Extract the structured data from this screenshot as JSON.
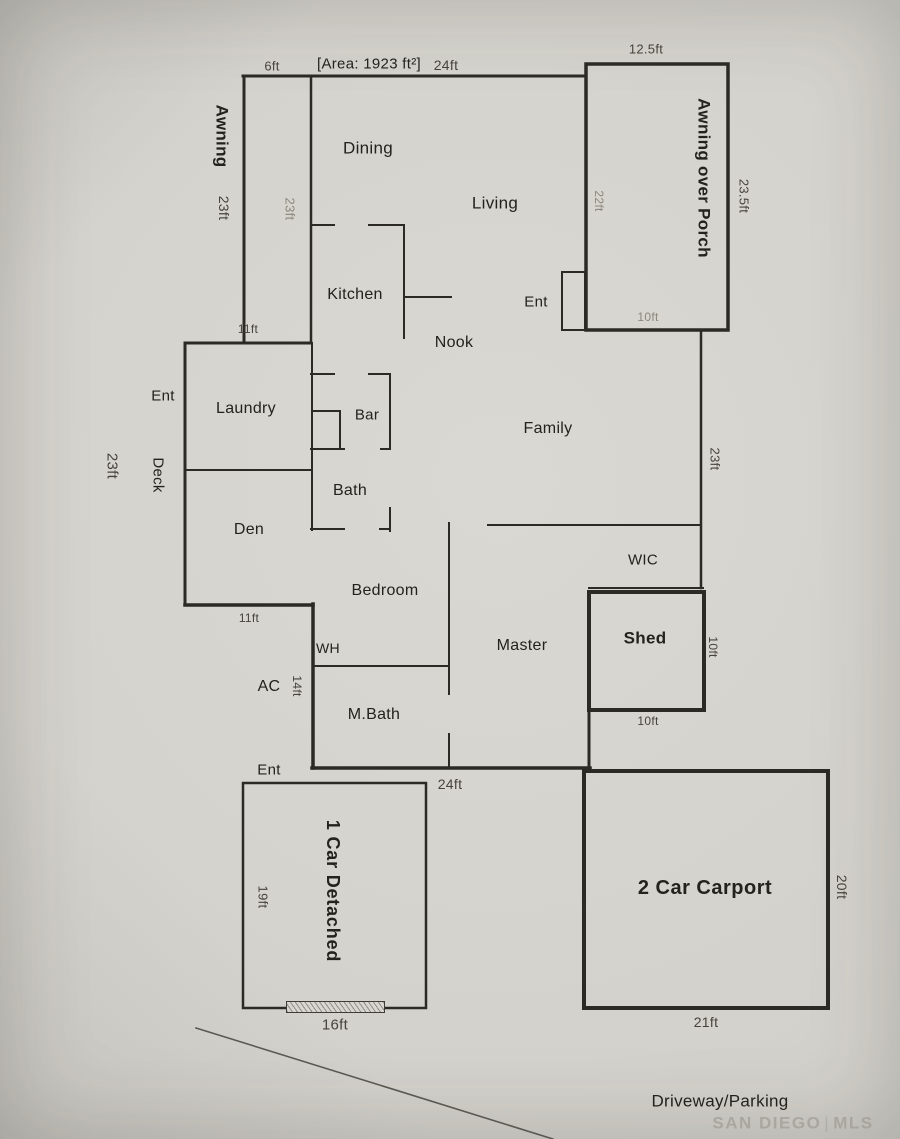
{
  "area_note": "[Area: 1923 ft²]",
  "rooms": {
    "dining": "Dining",
    "living": "Living",
    "kitchen": "Kitchen",
    "nook": "Nook",
    "family": "Family",
    "laundry": "Laundry",
    "bar": "Bar",
    "bath": "Bath",
    "den": "Den",
    "bedroom": "Bedroom",
    "master": "Master",
    "master_bath": "M.Bath",
    "wic": "WIC",
    "water_heater": "WH",
    "ac": "AC"
  },
  "structures": {
    "awning": "Awning",
    "porch_awning": "Awning over Porch",
    "deck": "Deck",
    "shed": "Shed",
    "garage": "1 Car Detached",
    "carport": "2 Car Carport"
  },
  "entries": {
    "living": "Ent",
    "deck": "Ent",
    "rear": "Ent"
  },
  "dims": {
    "strip_top": "6ft",
    "top": "24ft",
    "porch_top": "12.5ft",
    "awning_len": "23ft",
    "strip_len": "23ft",
    "porch_inner": "22ft",
    "porch_side": "23.5ft",
    "porch_bottom": "10ft",
    "deck_len": "23ft",
    "right_side": "23ft",
    "strip_bottom": "11ft",
    "jog": "11ft",
    "utility": "14ft",
    "shed_side": "10ft",
    "shed_bottom": "10ft",
    "rear": "24ft",
    "garage_len": "19ft",
    "garage_door": "16ft",
    "carport_side": "20ft",
    "carport_bottom": "21ft"
  },
  "site": {
    "driveway": "Driveway/Parking"
  },
  "watermark": {
    "name": "SAN DIEGO",
    "divider": "|",
    "suffix": "MLS"
  }
}
